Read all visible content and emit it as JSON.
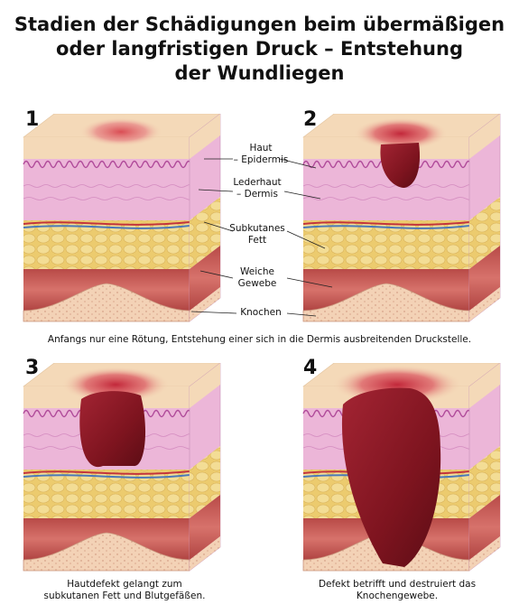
{
  "title": {
    "line1": "Stadien der Schädigungen beim übermäßigen",
    "line2": "oder langfristigen Druck – Entstehung",
    "line3": "der Wundliegen"
  },
  "stages": [
    {
      "number": "1"
    },
    {
      "number": "2"
    },
    {
      "number": "3"
    },
    {
      "number": "4"
    }
  ],
  "labels": {
    "haut_1": "Haut",
    "haut_2": "– Epidermis",
    "lederhaut_1": "Lederhaut",
    "lederhaut_2": "– Dermis",
    "subkutanes_1": "Subkutanes",
    "subkutanes_2": "Fett",
    "weiche_1": "Weiche",
    "weiche_2": "Gewebe",
    "knochen": "Knochen"
  },
  "captions": {
    "top": "Anfangs nur eine Rötung, Entstehung einer sich in die Dermis ausbreitenden Druckstelle.",
    "stage3_1": "Hautdefekt gelangt zum",
    "stage3_2": "subkutanen Fett und Blutgefäßen.",
    "stage4_1": "Defekt betrifft und destruiert das",
    "stage4_2": "Knochengewebe."
  },
  "colors": {
    "epidermis": "#f4d9b8",
    "dermis": "#ecb6d8",
    "fat": "#eed07a",
    "muscle": "#c85a55",
    "bone": "#f3d2b6",
    "wound": "#8e1a22"
  }
}
